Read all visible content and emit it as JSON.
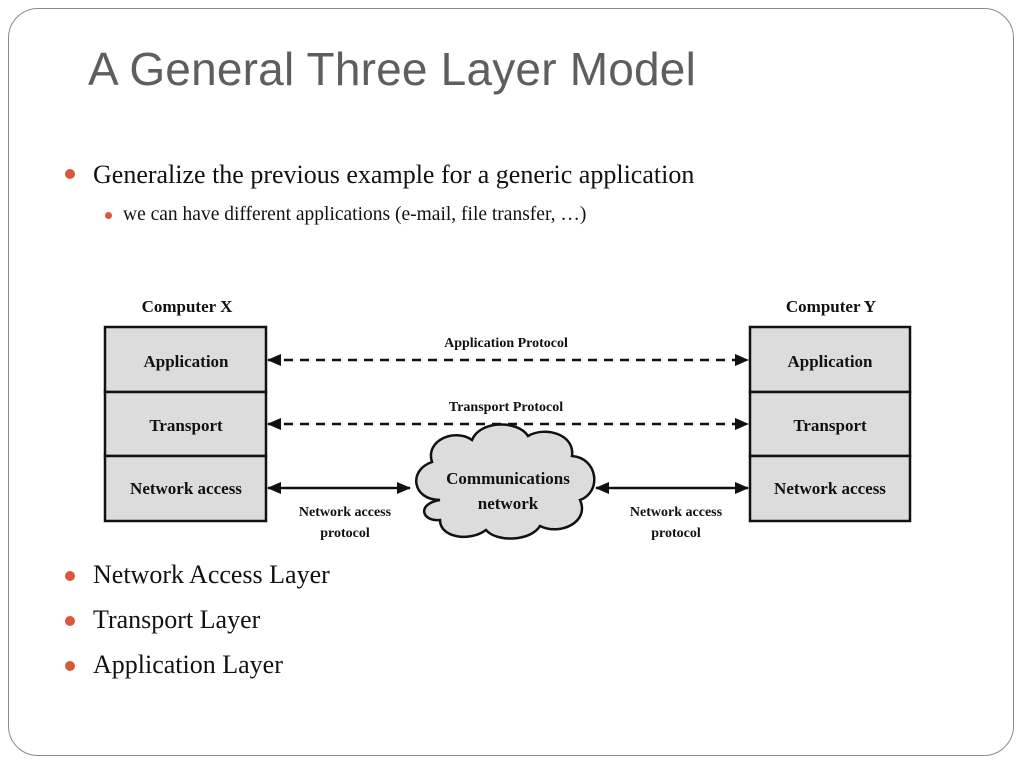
{
  "slide": {
    "title": "A General Three Layer Model",
    "bullets_top": [
      {
        "text": "Generalize the previous example for a generic application",
        "level": 1
      },
      {
        "text": "we can have different applications (e-mail, file transfer, …)",
        "level": 2
      }
    ],
    "bullets_bottom": [
      {
        "text": "Network Access Layer"
      },
      {
        "text": "Transport Layer"
      },
      {
        "text": "Application Layer"
      }
    ],
    "accent_color": "#d9573b"
  },
  "diagram": {
    "left_stack": {
      "title": "Computer X",
      "layers": [
        "Application",
        "Transport",
        "Network access"
      ]
    },
    "right_stack": {
      "title": "Computer Y",
      "layers": [
        "Application",
        "Transport",
        "Network access"
      ]
    },
    "application_protocol_label": "Application Protocol",
    "transport_protocol_label": "Transport Protocol",
    "cloud_label_line1": "Communications",
    "cloud_label_line2": "network",
    "left_network_protocol_line1": "Network access",
    "left_network_protocol_line2": "protocol",
    "right_network_protocol_line1": "Network access",
    "right_network_protocol_line2": "protocol",
    "box_fill": "#dcdcdc"
  }
}
